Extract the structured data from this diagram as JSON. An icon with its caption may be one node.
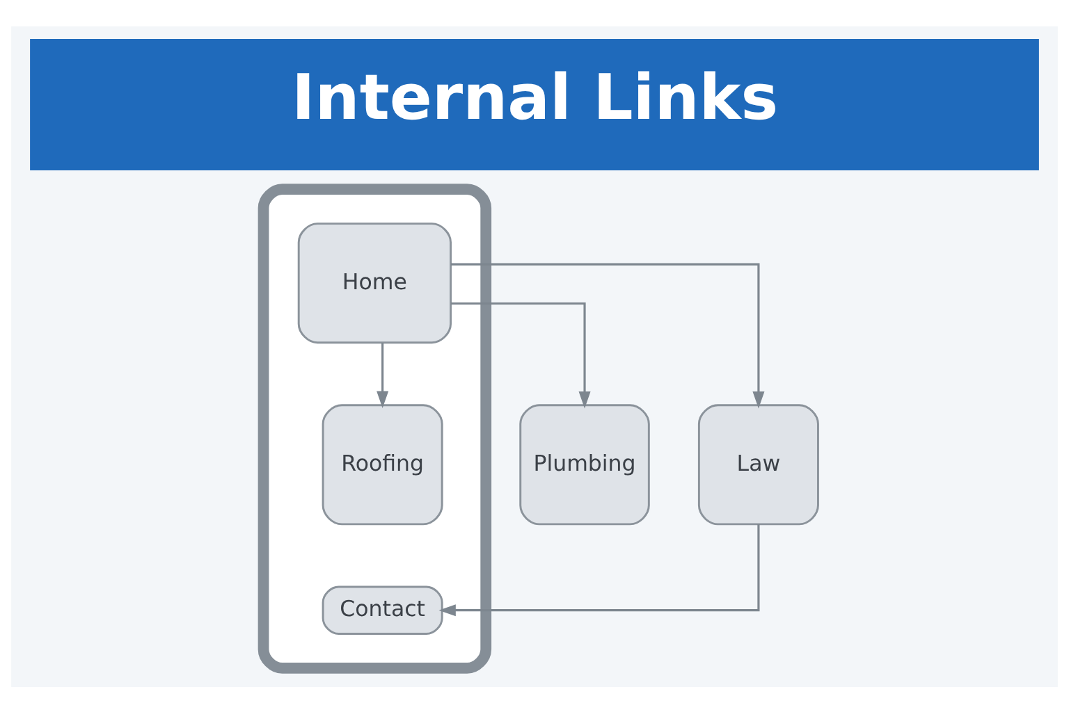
{
  "diagram": {
    "title": "Internal Links",
    "nodes": [
      {
        "text": [],
        "shape": "box"
      },
      {
        "text": [
          "Home"
        ],
        "in": 0
      },
      {
        "text": [
          "Plumbing"
        ]
      },
      {
        "text": [
          "Roofing"
        ],
        "in": 0
      },
      {
        "text": [
          "Law"
        ]
      },
      {
        "text": [
          "Contact"
        ],
        "in": 0
      }
    ],
    "edges": [
      {
        "from": 1,
        "to": 2,
        "arrow": "to"
      },
      {
        "from": 1,
        "to": 3,
        "arrow": "to"
      },
      {
        "from": 1,
        "to": 4,
        "arrow": "to"
      },
      {
        "from": 4,
        "to": 5,
        "arrow": "to"
      }
    ]
  }
}
